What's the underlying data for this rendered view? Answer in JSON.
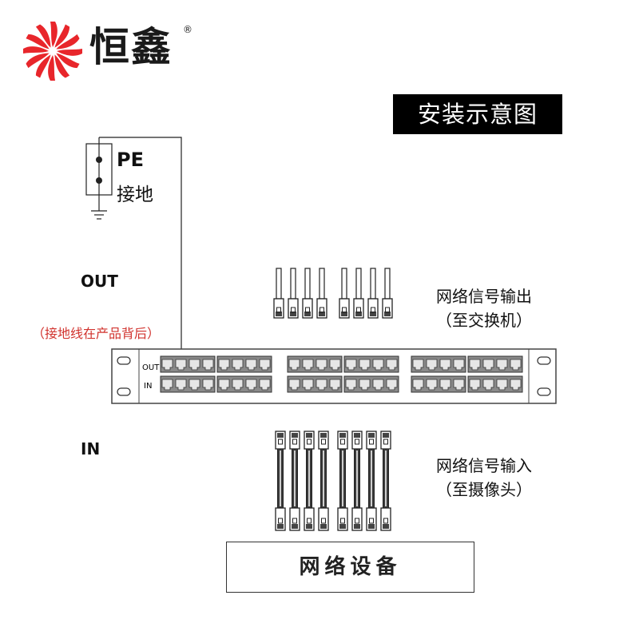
{
  "brand": {
    "name": "恒鑫",
    "registered_mark": "®",
    "logo_icon": "pinwheel-logo-icon",
    "logo_color": "#e8262b"
  },
  "title": "安装示意图",
  "ground": {
    "pe": "PE",
    "label": "接地",
    "note": "（接地线在产品背后）"
  },
  "ports": {
    "out_label": "OUT",
    "in_label": "IN",
    "panel_out_tag": "OUT",
    "panel_in_tag": "IN"
  },
  "out_desc": {
    "line1": "网络信号输出",
    "line2": "（至交换机）"
  },
  "in_desc": {
    "line1": "网络信号输入",
    "line2": "（至摄像头）"
  },
  "device": "网络设备",
  "colors": {
    "note": "#d1332e",
    "title_bg": "#000000",
    "panel_port": "#777777"
  },
  "counts": {
    "cables_out": 8,
    "cables_in": 8,
    "ports_per_group": 4
  }
}
